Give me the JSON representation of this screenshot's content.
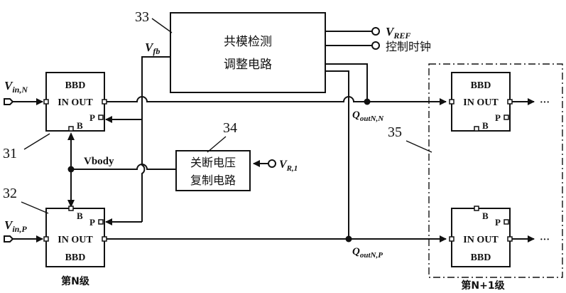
{
  "blocks": {
    "bbd_n_top": {
      "title": "BBD",
      "in_out": "IN OUT",
      "p": "P",
      "b": "B"
    },
    "bbd_n_bottom": {
      "title": "BBD",
      "in_out": "IN OUT",
      "p": "P",
      "b": "B"
    },
    "bbd_n1_top": {
      "title": "BBD",
      "in_out": "IN OUT",
      "p": "P",
      "b": "B"
    },
    "bbd_n1_bottom": {
      "title": "BBD",
      "in_out": "IN OUT",
      "p": "P",
      "b": "B"
    },
    "cm_adjust": {
      "line1": "共模检测",
      "line2": "调整电路"
    },
    "shutdown_copy": {
      "line1": "关断电压",
      "line2": "复制电路"
    }
  },
  "refs": {
    "r31": "31",
    "r32": "32",
    "r33": "33",
    "r34": "34",
    "r35": "35"
  },
  "signals": {
    "vin_n": {
      "main": "V",
      "sub": "in,N"
    },
    "vin_p": {
      "main": "V",
      "sub": "in,P"
    },
    "vfb": {
      "main": "V",
      "sub": "fb"
    },
    "vref": {
      "main": "V",
      "sub": "REF"
    },
    "vr1": {
      "main": "V",
      "sub": "R,1"
    },
    "qout_n": {
      "main": "Q",
      "sub": "outN,N"
    },
    "qout_p": {
      "main": "Q",
      "sub": "outN,P"
    },
    "vbody": "Vbody",
    "ctrl_clock": "控制时钟",
    "ellipsis": "···"
  },
  "stages": {
    "n": "第N级",
    "n1": "第N+1级"
  }
}
